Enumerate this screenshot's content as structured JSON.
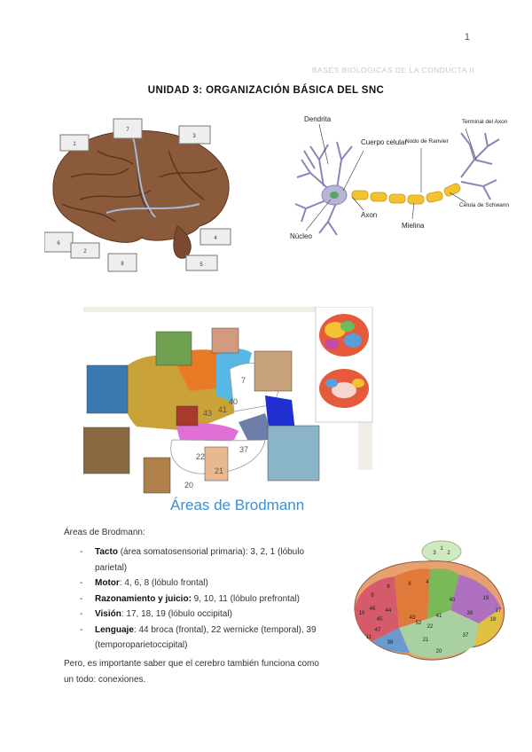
{
  "header": {
    "page_number": "1",
    "course": "BASES BIOLOGICAS DE LA CONDUCTA II"
  },
  "title": "UNIDAD 3: ORGANIZACIÓN BÁSICA DEL SNC",
  "brain_labels": [
    "1",
    "2",
    "3",
    "4",
    "5",
    "6",
    "7",
    "8"
  ],
  "neuron": {
    "labels": {
      "dendrita": "Dendrita",
      "cuerpo": "Cuerpo celular",
      "nodo": "Nodo de Ranvier",
      "terminal": "Terminal del Axon",
      "schwann": "Célula de Schwann",
      "axon": "Axon",
      "mielina": "Mielina",
      "nucleo": "Núcleo"
    }
  },
  "brodmann_figure": {
    "numbers": [
      "7",
      "40",
      "43",
      "41",
      "22",
      "37",
      "20",
      "21"
    ],
    "caption": "Áreas de Brodmann"
  },
  "brodmann_list": {
    "intro": "Áreas de Brodmann:",
    "items": [
      {
        "term": "Tacto",
        "text": " (área somatosensorial primaria): 3, 2, 1 (lóbulo parietal)"
      },
      {
        "term": "Motor",
        "text": ": 4, 6, 8 (lóbulo frontal)"
      },
      {
        "term": "Razonamiento y juicio:",
        "text": " 9, 10, 11 (lóbulo prefrontal)"
      },
      {
        "term": "Visión",
        "text": ": 17, 18, 19 (lóbulo occipital)"
      },
      {
        "term": "Lenguaje",
        "text": ": 44 broca (frontal), 22 wernicke (temporal), 39 (temporoparietoccipital)"
      }
    ],
    "bullet": "-"
  },
  "outro": "Pero, es importante saber que el cerebro también funciona como un todo: conexiones.",
  "right_brain_numbers": [
    "3",
    "1",
    "2",
    "4",
    "6",
    "8",
    "9",
    "10",
    "44",
    "45",
    "46",
    "22",
    "21",
    "47",
    "11",
    "38",
    "20",
    "40",
    "39",
    "37",
    "41",
    "43",
    "19",
    "18",
    "17",
    "52"
  ],
  "colors": {
    "caption_blue": "#3d8fd1",
    "header_grey": "#c9c9c9",
    "myelin": "#f2c230",
    "neuron": "#b7b4d6"
  }
}
